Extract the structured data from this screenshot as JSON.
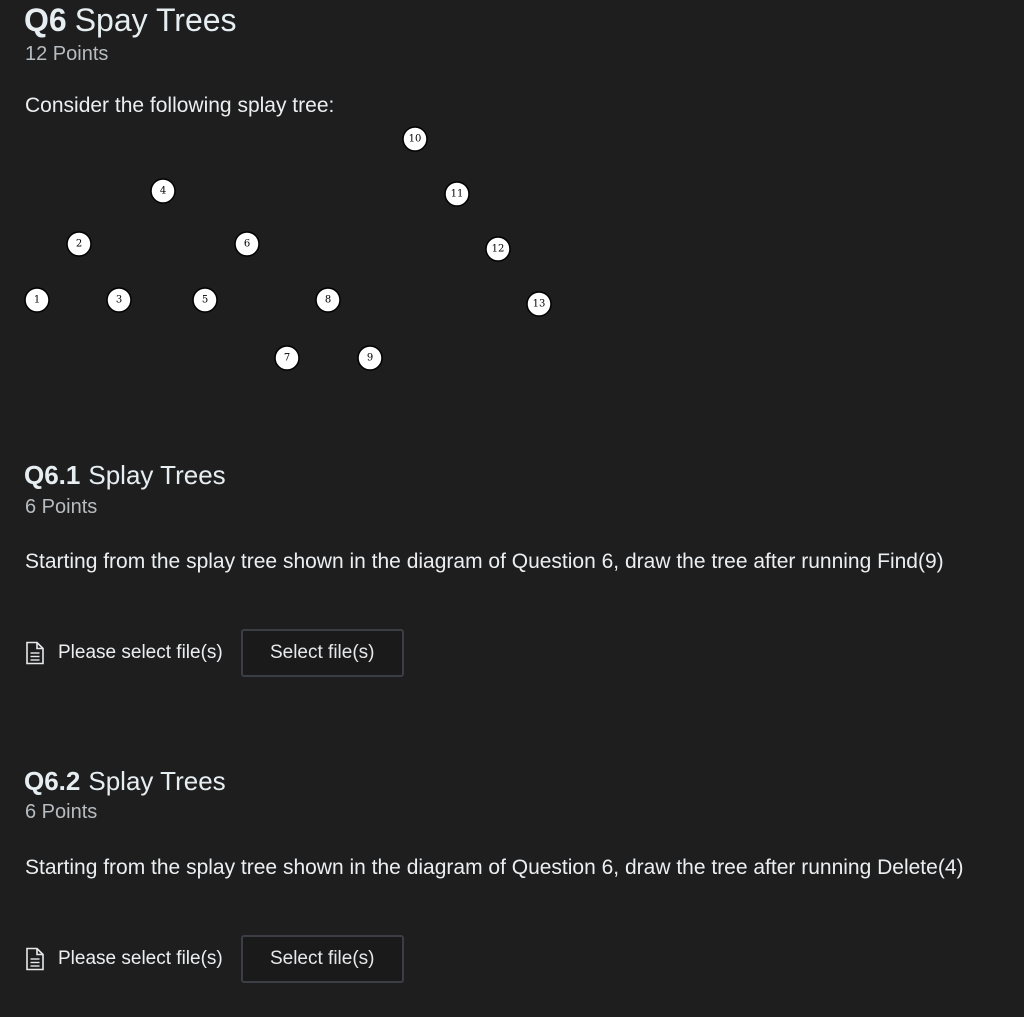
{
  "question": {
    "number": "Q6",
    "name": "Spay Trees",
    "points": "12 Points",
    "intro": "Consider the following splay tree:"
  },
  "tree": {
    "nodes": [
      "1",
      "2",
      "3",
      "4",
      "5",
      "6",
      "7",
      "8",
      "9",
      "10",
      "11",
      "12",
      "13"
    ],
    "colors": {
      "node_fill": "#ffffff",
      "node_stroke": "#000000",
      "label": "#000000"
    }
  },
  "subquestions": [
    {
      "number": "Q6.1",
      "name": "Splay Trees",
      "points": "6 Points",
      "prompt": "Starting from the splay tree shown in the diagram of Question 6, draw the tree after running Find(9)",
      "upload_status": "Please select file(s)",
      "button_label": "Select file(s)"
    },
    {
      "number": "Q6.2",
      "name": "Splay Trees",
      "points": "6 Points",
      "prompt": "Starting from the splay tree shown in the diagram of Question 6, draw the tree after running Delete(4)",
      "upload_status": "Please select file(s)",
      "button_label": "Select file(s)"
    }
  ],
  "icons": {
    "upload_status": "document-icon"
  }
}
